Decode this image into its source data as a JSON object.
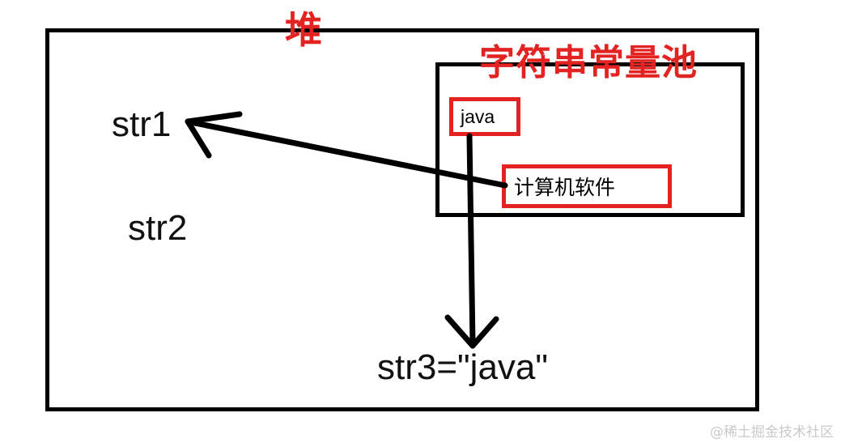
{
  "diagram": {
    "title_heap": "堆",
    "title_pool": "字符串常量池",
    "watermark": "@稀土掘金技术社区",
    "colors": {
      "red": "#E32322",
      "black": "#000000",
      "watermark_gray": "#c9c9c9",
      "background": "#ffffff"
    }
  },
  "heap": {
    "label": "堆",
    "variables": [
      {
        "name": "str1",
        "label": "str1"
      },
      {
        "name": "str2",
        "label": "str2"
      },
      {
        "name": "str3",
        "label": "str3=\"java\""
      }
    ]
  },
  "pool": {
    "label": "字符串常量池",
    "literals": [
      {
        "name": "java-literal",
        "label": "java"
      },
      {
        "name": "chinese-literal",
        "label": "计算机软件"
      }
    ]
  },
  "arrows": [
    {
      "name": "arrow-chinese-to-str1",
      "from": "计算机软件",
      "to": "str1",
      "direction": "up-left"
    },
    {
      "name": "arrow-java-to-str3",
      "from": "java",
      "to": "str3=\"java\"",
      "direction": "down"
    }
  ]
}
